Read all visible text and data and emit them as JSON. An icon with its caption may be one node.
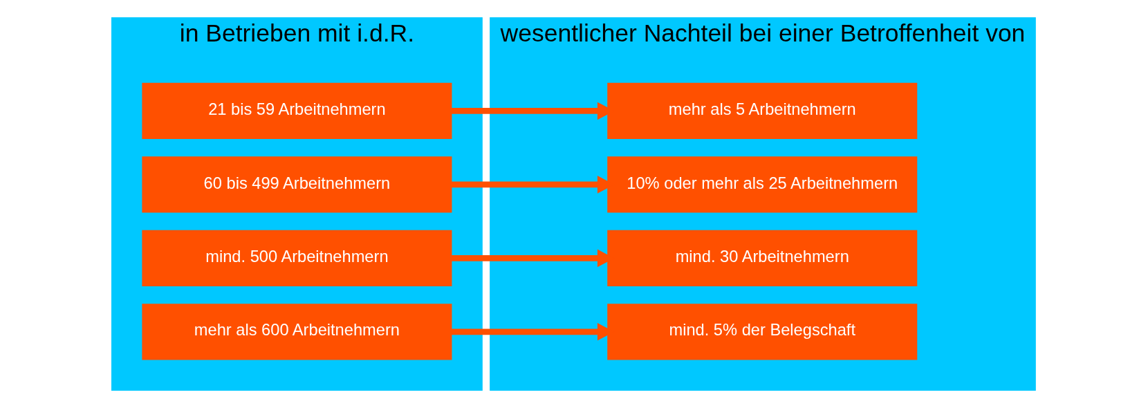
{
  "diagram": {
    "nodes": [
      {
        "text": [
          "in Betrieben mit i.d.R."
        ]
      },
      {
        "text": [
          "21 bis 59 Arbeitnehmern"
        ],
        "in": 0
      },
      {
        "text": [
          "60 bis 499 Arbeitnehmern"
        ],
        "in": 0
      },
      {
        "text": [
          "mind. 500 Arbeitnehmern"
        ],
        "in": 0
      },
      {
        "text": [
          "mehr als 600 Arbeitnehmern"
        ],
        "in": 0
      },
      {
        "text": [
          "wesentlicher Nachteil bei einer Betroffenheit von"
        ]
      },
      {
        "text": [
          "mehr als 5 Arbeitnehmern"
        ],
        "in": 5
      },
      {
        "text": [
          "10% oder mehr als 25 Arbeitnehmern"
        ],
        "in": 5
      },
      {
        "text": [
          "mind. 30 Arbeitnehmern"
        ],
        "in": 5
      },
      {
        "text": [
          "mind. 5% der Belegschaft"
        ],
        "in": 5
      }
    ],
    "edges": [
      {
        "from": 1,
        "to": 6,
        "arrow": "to"
      },
      {
        "from": 2,
        "to": 7,
        "arrow": "to"
      },
      {
        "from": 3,
        "to": 8,
        "arrow": "to"
      },
      {
        "from": 4,
        "to": 9,
        "arrow": "to"
      }
    ]
  }
}
